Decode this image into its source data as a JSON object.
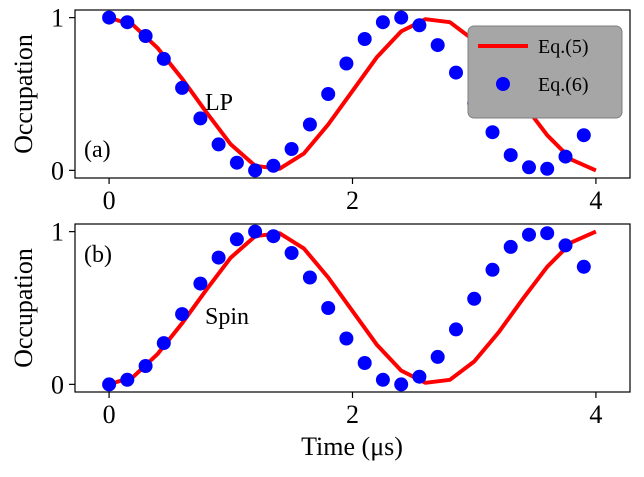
{
  "colors": {
    "curve": "#ff0000",
    "points": "#0000ff",
    "legend_bg": "#a6a6a6",
    "frame": "#000000"
  },
  "shared_xlabel": "Time (μs)",
  "chart_data": [
    {
      "type": "line",
      "panel_label": "(a)",
      "annotation": "LP",
      "ylabel": "Occupation",
      "xlim": [
        -0.28,
        4.28
      ],
      "ylim": [
        -0.05,
        1.05
      ],
      "xticks": [
        0,
        2,
        4
      ],
      "yticks": [
        0,
        1
      ],
      "grid": false,
      "legend": {
        "placement": "top-right",
        "entries": [
          "Eq.(5)",
          "Eq.(6)"
        ]
      },
      "series": [
        {
          "name": "Eq.(5)",
          "kind": "line",
          "x": [
            0.0,
            0.2,
            0.4,
            0.6,
            0.8,
            1.0,
            1.2,
            1.4,
            1.6,
            1.8,
            2.0,
            2.2,
            2.4,
            2.6,
            2.8,
            3.0,
            3.2,
            3.4,
            3.6,
            3.8,
            4.0
          ],
          "y": [
            1.0,
            0.95,
            0.8,
            0.6,
            0.38,
            0.17,
            0.03,
            0.01,
            0.11,
            0.3,
            0.52,
            0.74,
            0.91,
            0.99,
            0.97,
            0.85,
            0.66,
            0.44,
            0.23,
            0.07,
            0.0
          ]
        },
        {
          "name": "Eq.(6)",
          "kind": "scatter",
          "x": [
            0.0,
            0.15,
            0.3,
            0.45,
            0.6,
            0.75,
            0.9,
            1.05,
            1.2,
            1.35,
            1.5,
            1.65,
            1.8,
            1.95,
            2.1,
            2.25,
            2.4,
            2.55,
            2.7,
            2.85,
            3.0,
            3.15,
            3.3,
            3.45,
            3.6,
            3.75,
            3.9
          ],
          "y": [
            1.0,
            0.97,
            0.88,
            0.73,
            0.54,
            0.34,
            0.17,
            0.05,
            0.0,
            0.03,
            0.14,
            0.3,
            0.5,
            0.7,
            0.86,
            0.97,
            1.0,
            0.95,
            0.82,
            0.64,
            0.44,
            0.25,
            0.1,
            0.02,
            0.01,
            0.09,
            0.23
          ]
        }
      ]
    },
    {
      "type": "line",
      "panel_label": "(b)",
      "annotation": "Spin",
      "ylabel": "Occupation",
      "xlabel": "Time (μs)",
      "xlim": [
        -0.28,
        4.28
      ],
      "ylim": [
        -0.05,
        1.05
      ],
      "xticks": [
        0,
        2,
        4
      ],
      "yticks": [
        0,
        1
      ],
      "grid": false,
      "series": [
        {
          "name": "Eq.(5)",
          "kind": "line",
          "x": [
            0.0,
            0.2,
            0.4,
            0.6,
            0.8,
            1.0,
            1.2,
            1.4,
            1.6,
            1.8,
            2.0,
            2.2,
            2.4,
            2.6,
            2.8,
            3.0,
            3.2,
            3.4,
            3.6,
            3.8,
            4.0
          ],
          "y": [
            0.0,
            0.05,
            0.2,
            0.4,
            0.62,
            0.83,
            0.97,
            0.99,
            0.89,
            0.7,
            0.48,
            0.26,
            0.09,
            0.01,
            0.03,
            0.15,
            0.34,
            0.56,
            0.77,
            0.93,
            1.0
          ]
        },
        {
          "name": "Eq.(6)",
          "kind": "scatter",
          "x": [
            0.0,
            0.15,
            0.3,
            0.45,
            0.6,
            0.75,
            0.9,
            1.05,
            1.2,
            1.35,
            1.5,
            1.65,
            1.8,
            1.95,
            2.1,
            2.25,
            2.4,
            2.55,
            2.7,
            2.85,
            3.0,
            3.15,
            3.3,
            3.45,
            3.6,
            3.75,
            3.9
          ],
          "y": [
            0.0,
            0.03,
            0.12,
            0.27,
            0.46,
            0.66,
            0.83,
            0.95,
            1.0,
            0.97,
            0.86,
            0.7,
            0.5,
            0.3,
            0.14,
            0.03,
            0.0,
            0.05,
            0.18,
            0.36,
            0.56,
            0.75,
            0.9,
            0.98,
            0.99,
            0.91,
            0.77
          ]
        }
      ]
    }
  ]
}
